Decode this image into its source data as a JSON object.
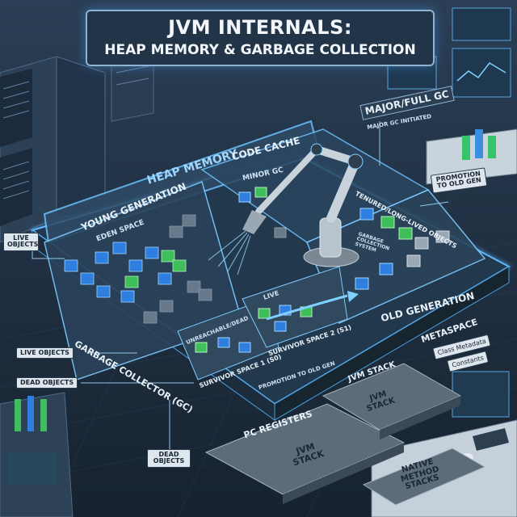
{
  "title": {
    "line1": "JVM INTERNALS:",
    "line2": "HEAP MEMORY & GARBAGE COLLECTION"
  },
  "labels": {
    "heap_memory": "HEAP MEMORY",
    "code_cache": "CODE CACHE",
    "minor_gc": "MINOR GC",
    "young_generation": "YOUNG GENERATION",
    "eden_space": "EDEN SPACE",
    "tenured_objects": "TENURED/LONG-LIVED OBJECTS",
    "gc_system": "GARBAGE COLLECTION SYSTEM",
    "old_generation": "OLD GENERATION",
    "garbage_collector": "GARBAGE COLLECTOR (GC)",
    "unreachable_dead": "UNREACHABLE/DEAD",
    "live_small": "LIVE",
    "survivor_1": "SURVIVOR SPACE 1 (S0)",
    "survivor_2": "SURVIVOR SPACE 2 (S1)",
    "promotion_old_gen": "PROMOTION TO OLD GEN",
    "major_gc": "MAJOR/FULL GC",
    "major_gc_initiated": "MAJOR GC INITIATED",
    "promotion_callout": "PROMOTION TO OLD GEN",
    "metaspace": "METASPACE",
    "class_metadata": "Class Metadata",
    "constants": "Constants",
    "jvm_stack_header": "JVM STACK",
    "jvm_stack_box_1": "JVM STACK",
    "pc_registers": "PC REGISTERS",
    "jvm_stack_box_2": "JVM STACK",
    "native_method_stacks": "NATIVE METHOD STACKS",
    "live_objects_left": "LIVE OBJECTS",
    "live_objects_mid": "LIVE OBJECTS",
    "dead_objects_left": "DEAD OBJECTS",
    "dead_objects_bottom": "DEAD OBJECTS"
  },
  "colors": {
    "background": "#1a2a3c",
    "glow": "#4fb3ff",
    "object_blue": "#2f7fe0",
    "object_green": "#3fbf5a",
    "object_dead": "#9aa7b4"
  }
}
